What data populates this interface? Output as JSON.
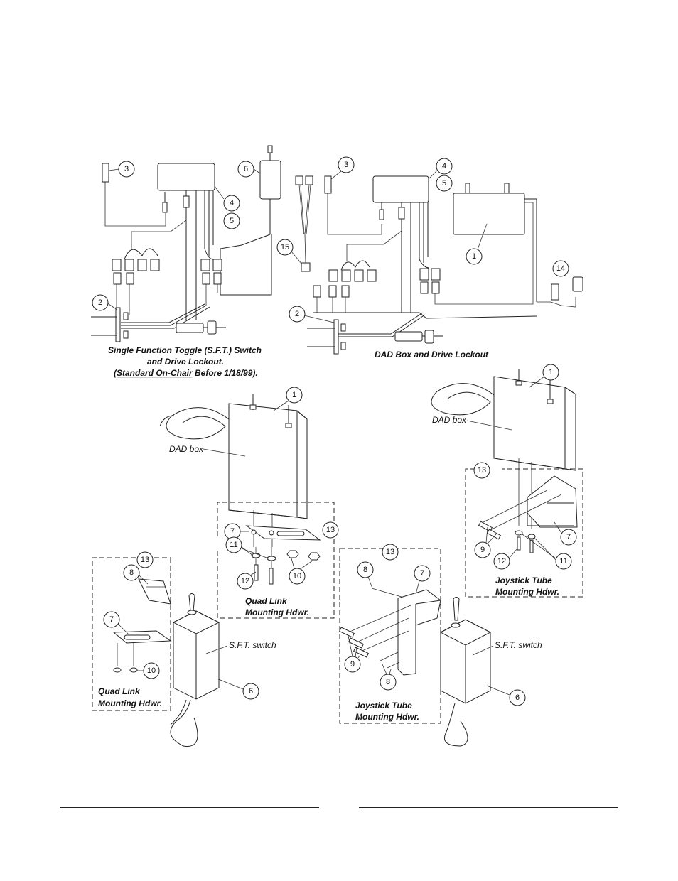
{
  "figures": {
    "top_left": {
      "caption_line1": "Single Function Toggle (S.F.T.) Switch",
      "caption_line2": "and Drive Lockout.",
      "caption_line3a": "(Standard On-Chair",
      "caption_line3b": " Before 1/18/99)."
    },
    "top_right": {
      "caption": "DAD Box and Drive Lockout"
    },
    "bottom_left": {
      "dad_box_label": "DAD box",
      "switch_label": "S.F.T. switch",
      "quad_link_line1": "Quad Link",
      "quad_link_line2": "Mounting Hdwr.",
      "quad_link_small_line1": "Quad Link",
      "quad_link_small_line2": "Mounting Hdwr."
    },
    "bottom_right": {
      "dad_box_label": "DAD box",
      "switch_label": "S.F.T. switch",
      "joystick_line1": "Joystick Tube",
      "joystick_line2": "Mounting Hdwr.",
      "joystick_small_line1": "Joystick Tube",
      "joystick_small_line2": "Mounting Hdwr."
    }
  },
  "callouts": {
    "n1": "1",
    "n2": "2",
    "n3": "3",
    "n4": "4",
    "n5": "5",
    "n6": "6",
    "n7": "7",
    "n8": "8",
    "n9": "9",
    "n10": "10",
    "n11": "11",
    "n12": "12",
    "n13": "13",
    "n14": "14",
    "n15": "15"
  }
}
